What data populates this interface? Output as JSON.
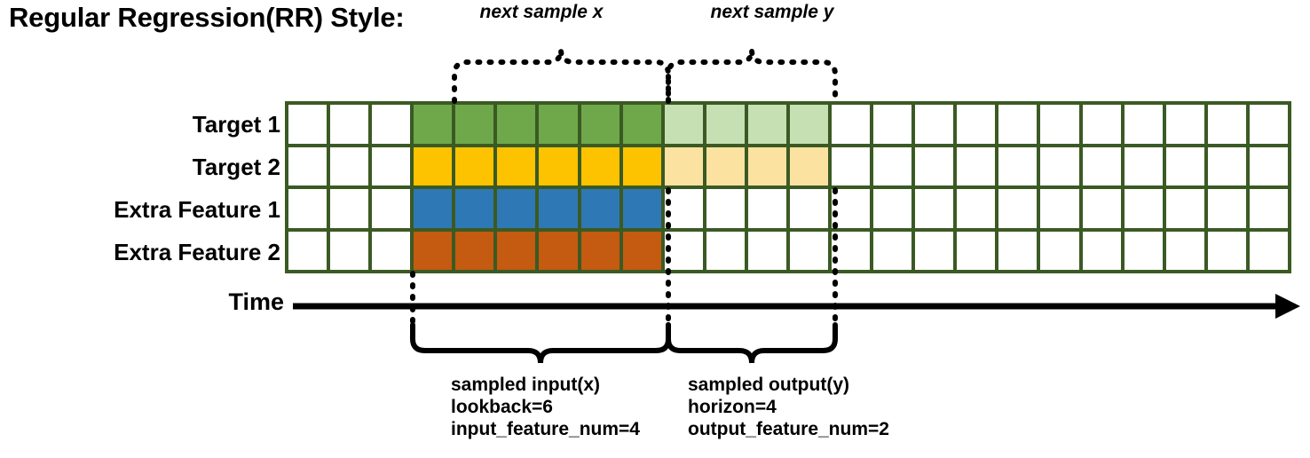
{
  "title": "Regular Regression(RR) Style:",
  "rows": [
    {
      "label": "Target 1",
      "color": "#6fa84a",
      "light": "#c6dfb3"
    },
    {
      "label": "Target 2",
      "color": "#fdc300",
      "light": "#fce2a1"
    },
    {
      "label": "Extra Feature 1",
      "color": "#2e78b5",
      "light": null
    },
    {
      "label": "Extra Feature 2",
      "color": "#c55a11",
      "light": null
    }
  ],
  "grid": {
    "total_columns": 24,
    "leading_empty_columns": 3,
    "input_columns": 6,
    "output_columns": 4,
    "trailing_empty_columns": 11,
    "border_color": "#3b5a23",
    "empty_color": "#ffffff"
  },
  "axis": {
    "label": "Time"
  },
  "annotations": {
    "top": [
      {
        "name": "next-sample-x",
        "label": "next sample x"
      },
      {
        "name": "next-sample-y",
        "label": "next sample y"
      }
    ],
    "bottom": [
      {
        "name": "sampled-input",
        "line1": "sampled input(x)",
        "line2": "lookback=6",
        "line3": "input_feature_num=4"
      },
      {
        "name": "sampled-output",
        "line1": "sampled output(y)",
        "line2": "horizon=4",
        "line3": "output_feature_num=2"
      }
    ]
  },
  "chart_data": {
    "type": "diagram",
    "title": "Regular Regression(RR) Style:",
    "series": [
      {
        "name": "Target 1",
        "input_cells": 6,
        "output_cells": 4
      },
      {
        "name": "Target 2",
        "input_cells": 6,
        "output_cells": 4
      },
      {
        "name": "Extra Feature 1",
        "input_cells": 6,
        "output_cells": 0
      },
      {
        "name": "Extra Feature 2",
        "input_cells": 6,
        "output_cells": 0
      }
    ],
    "lookback": 6,
    "horizon": 4,
    "input_feature_num": 4,
    "output_feature_num": 2
  }
}
